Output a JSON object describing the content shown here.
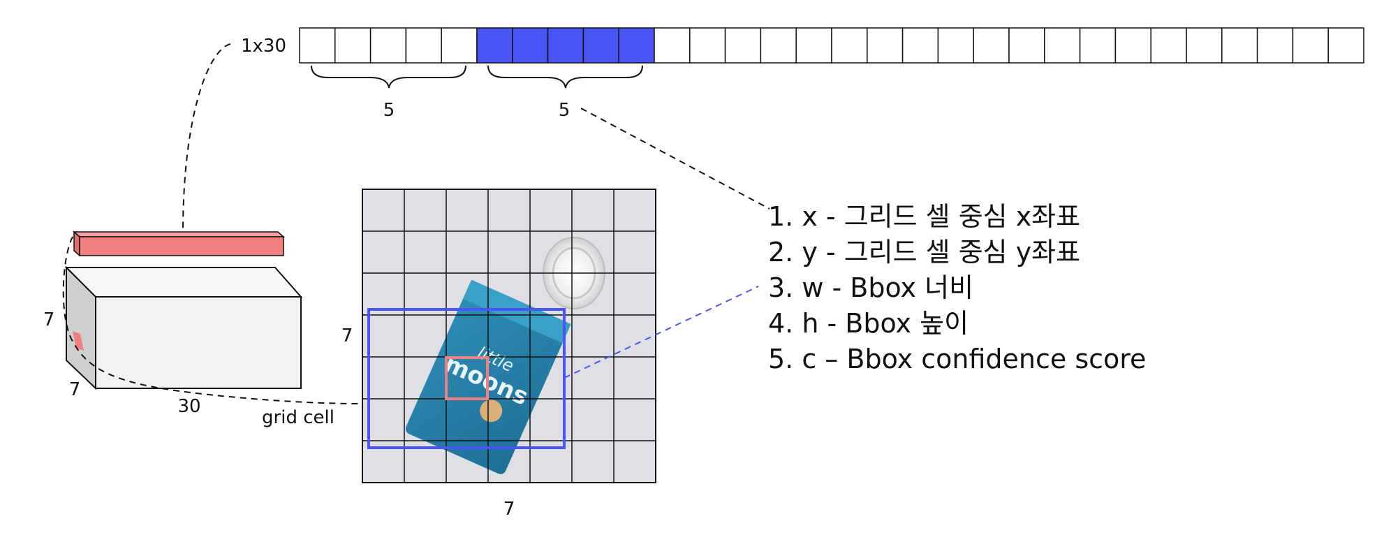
{
  "vector": {
    "label": "1x30",
    "cell_count": 30,
    "highlight_start": 5,
    "highlight_end": 9,
    "highlight_color": "#4a55f5"
  },
  "braces": [
    {
      "label": "5"
    },
    {
      "label": "5"
    }
  ],
  "tensor": {
    "dim_height": "7",
    "dim_depth": "7",
    "dim_width": "30",
    "slice_color": "#f08080"
  },
  "grid": {
    "rows": 7,
    "cols": 7,
    "left_label": "7",
    "bottom_label": "7",
    "cell_label": "grid cell",
    "bbox_color": "#4a55f5",
    "cell_highlight_color": "#f08080",
    "photo_text_line1": "little",
    "photo_text_line2": "moons"
  },
  "descriptions": [
    "1. x - 그리드 셀 중심 x좌표",
    "2. y - 그리드 셀 중심 y좌표",
    "3. w - Bbox 너비",
    "4. h -  Bbox 높이",
    "5. c – Bbox confidence score"
  ]
}
